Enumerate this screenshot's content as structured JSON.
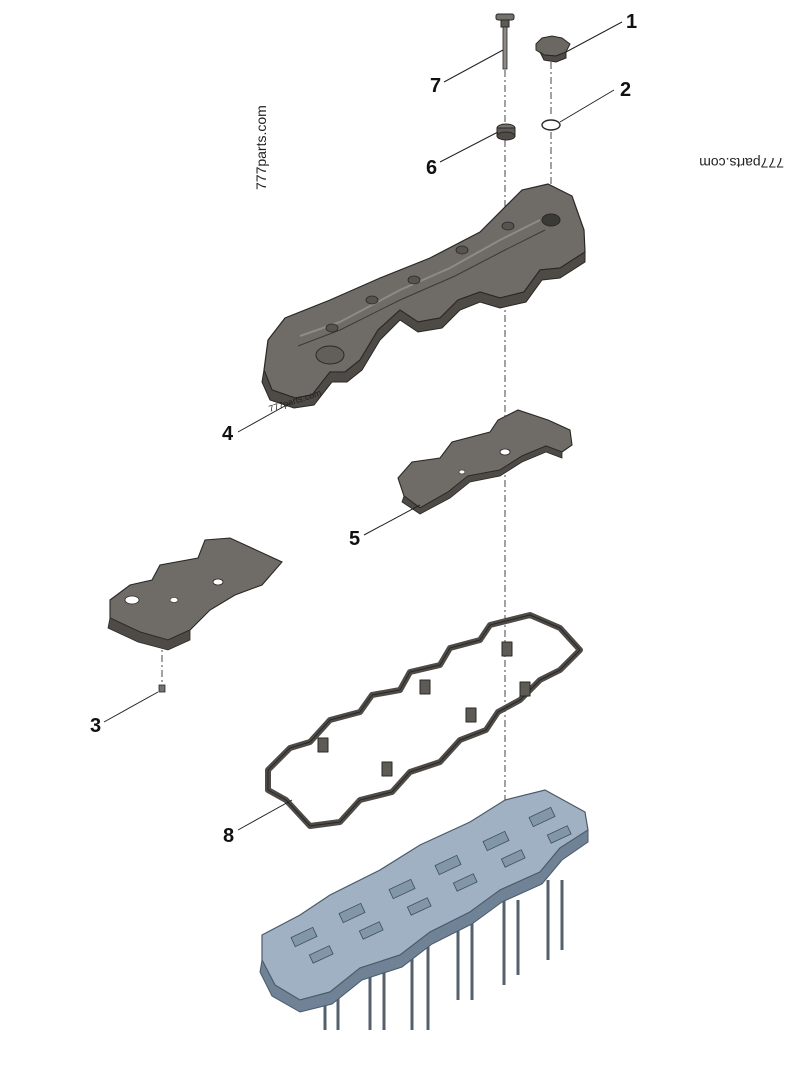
{
  "colors": {
    "part_dark": "#5e5b57",
    "part_mid": "#75716c",
    "part_light": "#8f8a84",
    "outline": "#2a2826",
    "head_blue": "#9fb1c3",
    "head_blue_dark": "#6f8296"
  },
  "watermarks": {
    "left": "777parts.com",
    "right": "777parts.com",
    "cover": "777parts.com"
  },
  "callouts": [
    {
      "label": "1",
      "part": "oil-filler-cap"
    },
    {
      "label": "2",
      "part": "o-ring"
    },
    {
      "label": "3",
      "part": "screw"
    },
    {
      "label": "4",
      "part": "valve-cover"
    },
    {
      "label": "5",
      "part": "rear-baffle"
    },
    {
      "label": "6",
      "part": "isolator"
    },
    {
      "label": "7",
      "part": "bolt"
    },
    {
      "label": "8",
      "part": "gasket"
    }
  ]
}
